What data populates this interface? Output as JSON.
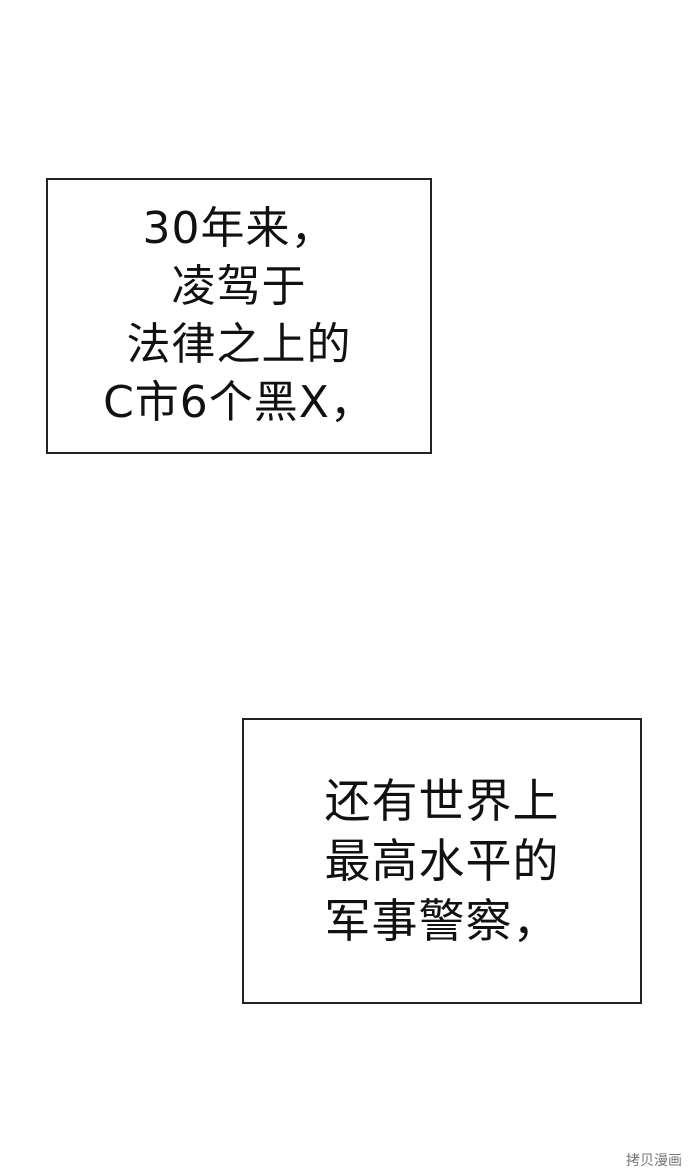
{
  "caption_1": {
    "lines": [
      "30年来，",
      "凌驾于",
      "法律之上的",
      "C市6个黑X，"
    ]
  },
  "caption_2": {
    "lines": [
      "还有世界上",
      "最高水平的",
      "军事警察，"
    ]
  },
  "watermark": "拷贝漫画"
}
